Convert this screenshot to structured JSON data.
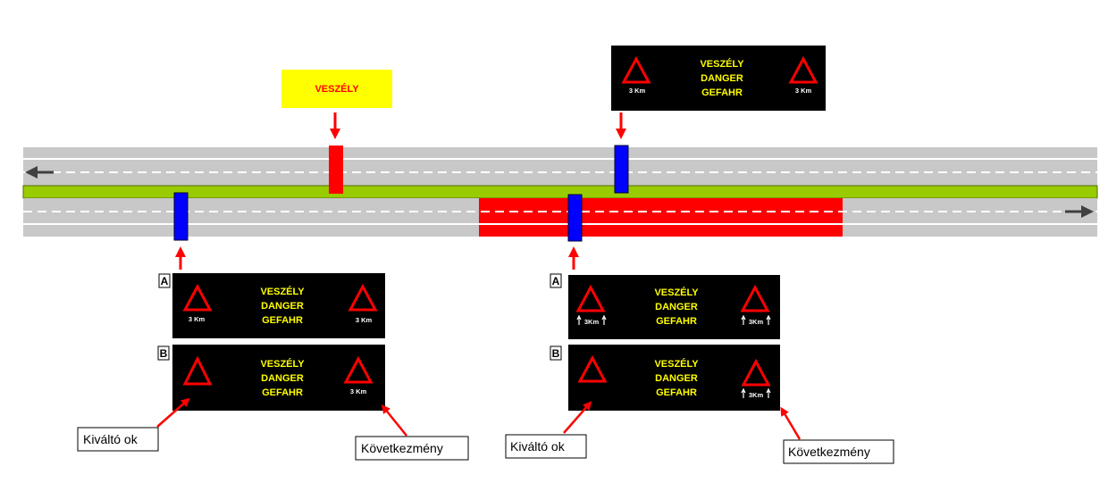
{
  "colors": {
    "road": "#c8c8c8",
    "median": "#99cc00",
    "lane_marking": "#ffffff",
    "danger_zone": "#ff0000",
    "sign_post": "#0000ff",
    "hazard_marker": "#ff0000",
    "sign_background": "#000000",
    "sign_text": "#ffff00",
    "warning_panel": "#ffff00",
    "warning_text": "#ff0000",
    "arrow": "#ff0000",
    "direction_arrow": "#404040"
  },
  "warning_panel": {
    "text": "VESZÉLY"
  },
  "top_sign": {
    "lines": [
      "VESZÉLY",
      "DANGER",
      "GEFAHR"
    ],
    "left_distance": "3 Km",
    "right_distance": "3 Km"
  },
  "left_group": {
    "sign_a": {
      "letter": "A",
      "lines": [
        "VESZÉLY",
        "DANGER",
        "GEFAHR"
      ],
      "left_distance": "3 Km",
      "right_distance": "3 Km"
    },
    "sign_b": {
      "letter": "B",
      "lines": [
        "VESZÉLY",
        "DANGER",
        "GEFAHR"
      ],
      "left_distance": "",
      "right_distance": "3 Km"
    },
    "cause_label": "Kiváltó ok",
    "consequence_label": "Következmény"
  },
  "right_group": {
    "sign_a": {
      "letter": "A",
      "lines": [
        "VESZÉLY",
        "DANGER",
        "GEFAHR"
      ],
      "left_distance": "3Km",
      "right_distance": "3Km"
    },
    "sign_b": {
      "letter": "B",
      "lines": [
        "VESZÉLY",
        "DANGER",
        "GEFAHR"
      ],
      "left_distance": "",
      "right_distance": "3Km"
    },
    "cause_label": "Kiváltó ok",
    "consequence_label": "Következmény"
  },
  "icons": {
    "hazard": "warning-triangle-icon",
    "flow_west": "arrow-left-icon",
    "flow_east": "arrow-right-icon",
    "distance_arrow": "arrow-up-icon"
  }
}
